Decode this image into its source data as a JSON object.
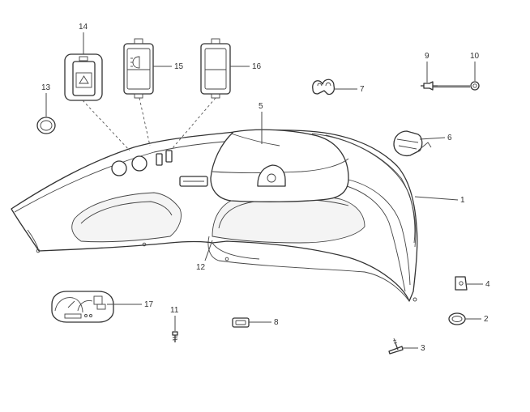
{
  "diagram": {
    "background": "#ffffff",
    "line_color": "#333333",
    "callouts": [
      {
        "id": "1",
        "name": "dashboard-panel"
      },
      {
        "id": "2",
        "name": "grommet"
      },
      {
        "id": "3",
        "name": "screw"
      },
      {
        "id": "4",
        "name": "speed-nut"
      },
      {
        "id": "5",
        "name": "instrument-cover"
      },
      {
        "id": "6",
        "name": "spring-clip"
      },
      {
        "id": "7",
        "name": "wire-clip"
      },
      {
        "id": "8",
        "name": "small-plug"
      },
      {
        "id": "9",
        "name": "rivet"
      },
      {
        "id": "10",
        "name": "washer"
      },
      {
        "id": "11",
        "name": "small-screw"
      },
      {
        "id": "12",
        "name": "lower-panel-edge"
      },
      {
        "id": "13",
        "name": "blank-cap"
      },
      {
        "id": "14",
        "name": "hazard-switch"
      },
      {
        "id": "15",
        "name": "headlight-switch"
      },
      {
        "id": "16",
        "name": "rocker-switch"
      },
      {
        "id": "17",
        "name": "instrument-cluster"
      }
    ]
  }
}
